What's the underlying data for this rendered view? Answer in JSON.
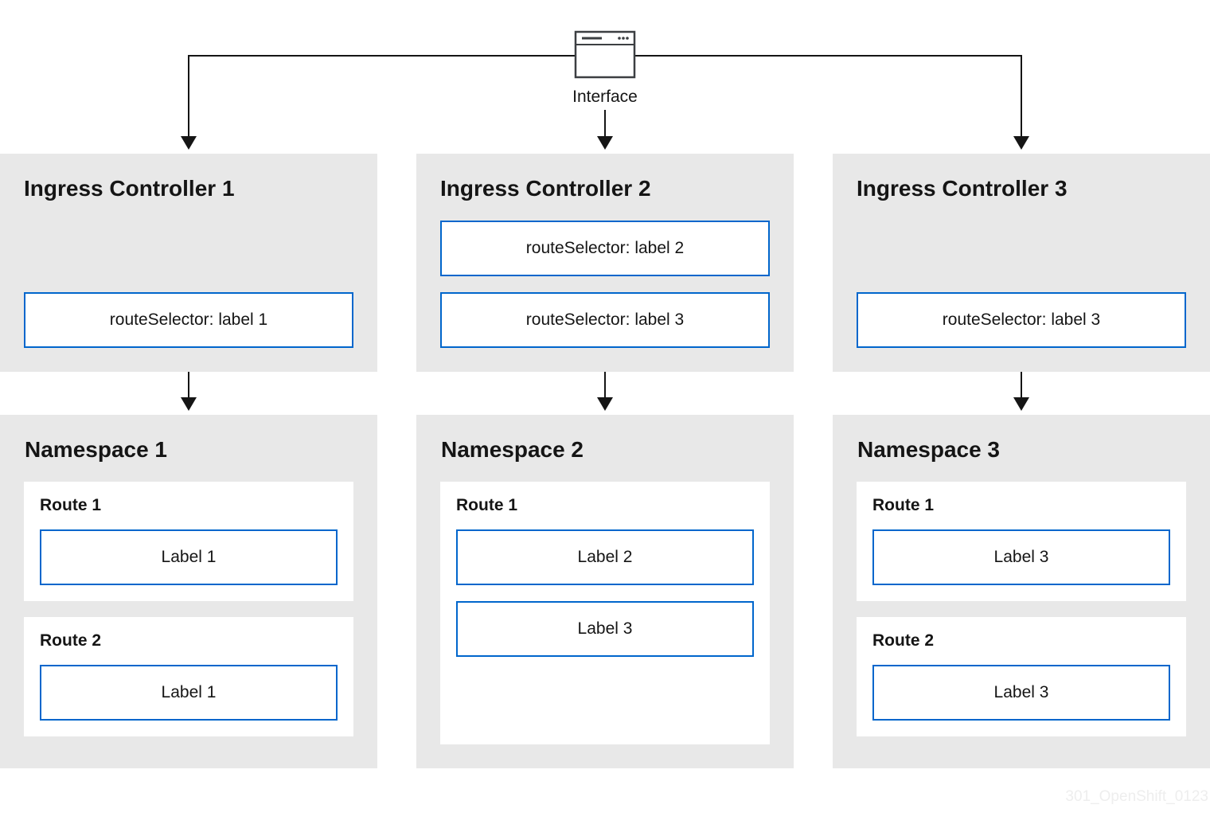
{
  "interface": {
    "label": "Interface"
  },
  "controllers": [
    {
      "title": "Ingress Controller 1",
      "selectors": [
        "routeSelector: label 1"
      ]
    },
    {
      "title": "Ingress Controller 2",
      "selectors": [
        "routeSelector: label 2",
        "routeSelector: label 3"
      ]
    },
    {
      "title": "Ingress Controller 3",
      "selectors": [
        "routeSelector: label 3"
      ]
    }
  ],
  "namespaces": [
    {
      "title": "Namespace 1",
      "routes": [
        {
          "name": "Route 1",
          "labels": [
            "Label 1"
          ]
        },
        {
          "name": "Route 2",
          "labels": [
            "Label 1"
          ]
        }
      ]
    },
    {
      "title": "Namespace 2",
      "routes": [
        {
          "name": "Route 1",
          "labels": [
            "Label 2",
            "Label 3"
          ]
        }
      ]
    },
    {
      "title": "Namespace 3",
      "routes": [
        {
          "name": "Route 1",
          "labels": [
            "Label 3"
          ]
        },
        {
          "name": "Route 2",
          "labels": [
            "Label 3"
          ]
        }
      ]
    }
  ],
  "watermark": "301_OpenShift_0123",
  "colors": {
    "panel": "#e8e8e8",
    "border_blue": "#0066cc",
    "line": "#151515"
  }
}
